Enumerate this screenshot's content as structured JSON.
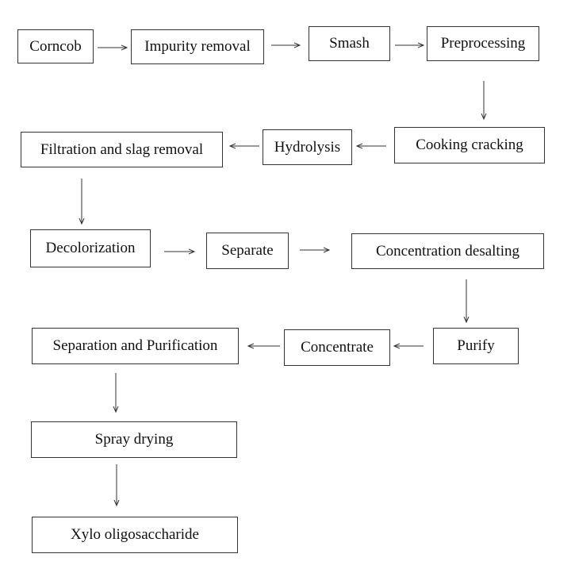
{
  "diagram": {
    "steps": {
      "corncob": "Corncob",
      "impurity_removal": "Impurity removal",
      "smash": "Smash",
      "preprocessing": "Preprocessing",
      "cooking_cracking": "Cooking cracking",
      "hydrolysis": "Hydrolysis",
      "filtration": "Filtration and slag removal",
      "decolorization": "Decolorization",
      "separate": "Separate",
      "concentration_desalting": "Concentration desalting",
      "purify": "Purify",
      "concentrate": "Concentrate",
      "separation_purification": "Separation and Purification",
      "spray_drying": "Spray drying",
      "xylo_oligosaccharide": "Xylo oligosaccharide"
    },
    "colors": {
      "border": "#333333",
      "arrow": "#333333",
      "text": "#111111"
    }
  }
}
